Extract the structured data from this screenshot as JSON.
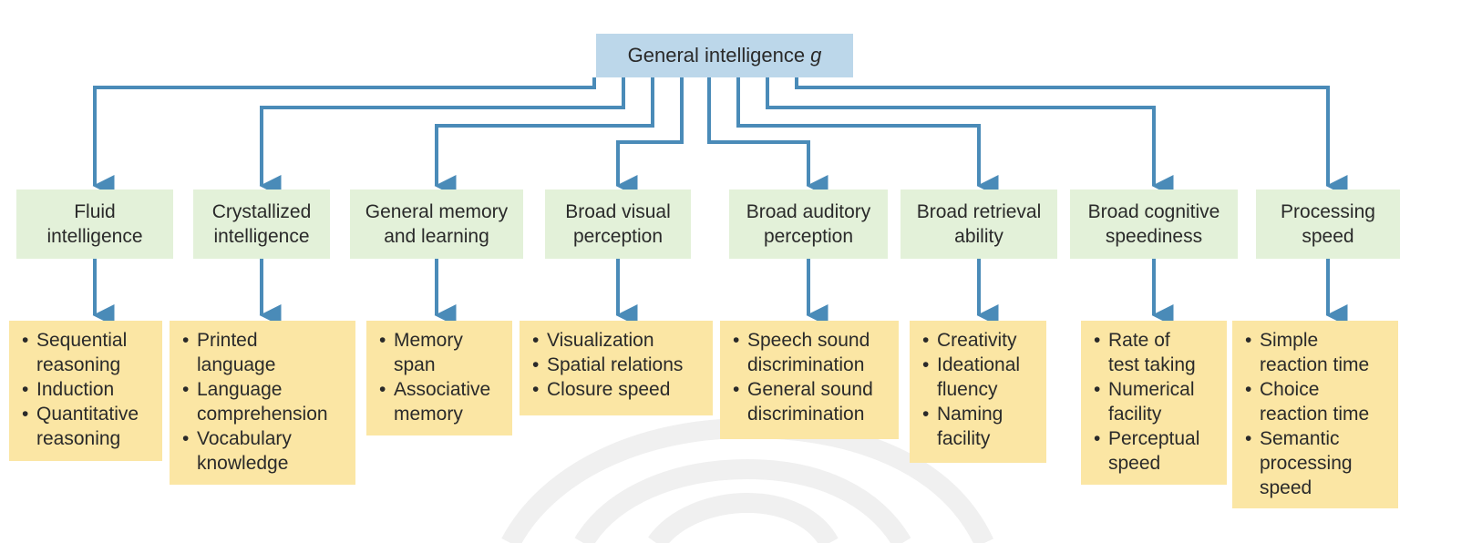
{
  "colors": {
    "root_fill": "#bcd7ea",
    "ability_fill": "#e3f1d9",
    "skill_fill": "#fbe6a4",
    "connector": "#4a8bb8",
    "watermark": "#f0f0f0"
  },
  "root": {
    "label": "General intelligence",
    "symbol": "g"
  },
  "abilities": [
    {
      "label": "Fluid intelligence",
      "lines": [
        "Fluid",
        "intelligence"
      ],
      "skills": [
        [
          "Sequential",
          "reasoning"
        ],
        [
          "Induction"
        ],
        [
          "Quantitative",
          "reasoning"
        ]
      ]
    },
    {
      "label": "Crystallized intelligence",
      "lines": [
        "Crystallized",
        "intelligence"
      ],
      "skills": [
        [
          "Printed",
          "language"
        ],
        [
          "Language",
          "comprehension"
        ],
        [
          "Vocabulary",
          "knowledge"
        ]
      ]
    },
    {
      "label": "General memory and learning",
      "lines": [
        "General memory",
        "and learning"
      ],
      "skills": [
        [
          "Memory",
          "span"
        ],
        [
          "Associative",
          "memory"
        ]
      ]
    },
    {
      "label": "Broad visual perception",
      "lines": [
        "Broad visual",
        "perception"
      ],
      "skills": [
        [
          "Visualization"
        ],
        [
          "Spatial relations"
        ],
        [
          "Closure speed"
        ]
      ]
    },
    {
      "label": "Broad auditory perception",
      "lines": [
        "Broad auditory",
        "perception"
      ],
      "skills": [
        [
          "Speech sound",
          "discrimination"
        ],
        [
          "General sound",
          "discrimination"
        ]
      ]
    },
    {
      "label": "Broad retrieval ability",
      "lines": [
        "Broad retrieval",
        "ability"
      ],
      "skills": [
        [
          "Creativity"
        ],
        [
          "Ideational",
          "fluency"
        ],
        [
          "Naming",
          "facility"
        ]
      ]
    },
    {
      "label": "Broad cognitive speediness",
      "lines": [
        "Broad cognitive",
        "speediness"
      ],
      "skills": [
        [
          "Rate of",
          "test taking"
        ],
        [
          "Numerical",
          "facility"
        ],
        [
          "Perceptual",
          "speed"
        ]
      ]
    },
    {
      "label": "Processing speed",
      "lines": [
        "Processing",
        "speed"
      ],
      "skills": [
        [
          "Simple",
          "reaction time"
        ],
        [
          "Choice",
          "reaction time"
        ],
        [
          "Semantic",
          "processing",
          "speed"
        ]
      ]
    }
  ]
}
